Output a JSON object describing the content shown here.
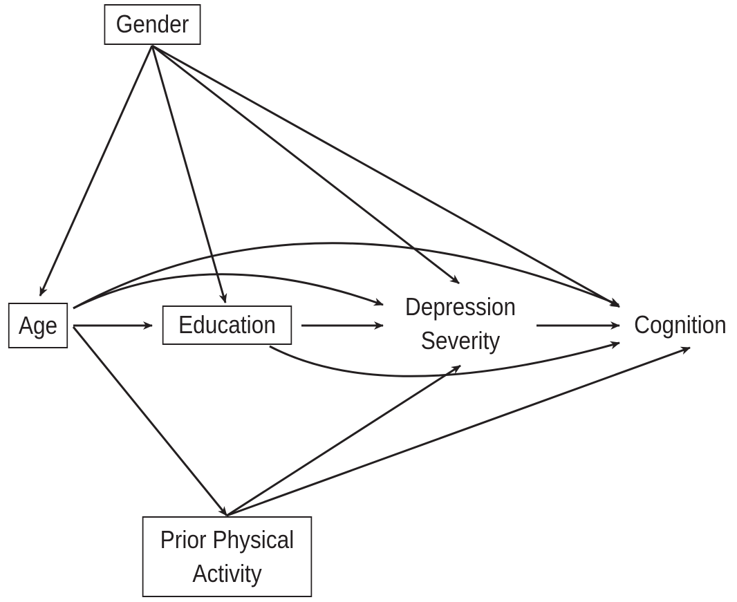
{
  "colors": {
    "ink": "#231f20",
    "background": "#ffffff"
  },
  "nodes": {
    "gender": {
      "label": "Gender",
      "boxed": true
    },
    "age": {
      "label": "Age",
      "boxed": true
    },
    "education": {
      "label": "Education",
      "boxed": true
    },
    "depression": {
      "line1": "Depression",
      "line2": "Severity",
      "boxed": false
    },
    "cognition": {
      "label": "Cognition",
      "boxed": false
    },
    "activity": {
      "line1": "Prior Physical",
      "line2": "Activity",
      "boxed": true
    }
  },
  "edges": [
    {
      "from": "Gender",
      "to": "Age"
    },
    {
      "from": "Gender",
      "to": "Education"
    },
    {
      "from": "Gender",
      "to": "Depression Severity"
    },
    {
      "from": "Gender",
      "to": "Cognition"
    },
    {
      "from": "Age",
      "to": "Education"
    },
    {
      "from": "Age",
      "to": "Depression Severity"
    },
    {
      "from": "Age",
      "to": "Cognition"
    },
    {
      "from": "Age",
      "to": "Prior Physical Activity"
    },
    {
      "from": "Education",
      "to": "Depression Severity"
    },
    {
      "from": "Education",
      "to": "Cognition"
    },
    {
      "from": "Depression Severity",
      "to": "Cognition"
    },
    {
      "from": "Prior Physical Activity",
      "to": "Depression Severity"
    },
    {
      "from": "Prior Physical Activity",
      "to": "Cognition"
    }
  ]
}
